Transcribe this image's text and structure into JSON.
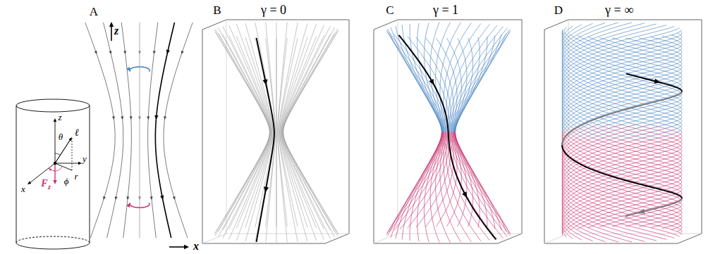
{
  "diagram": {
    "labels": [
      "A",
      "z",
      "x",
      "z",
      "θ",
      "ℓ",
      "y",
      "x",
      "ϕ",
      "r",
      "F",
      "z",
      "B",
      "γ = 0",
      "C",
      "γ = 1",
      "D",
      "γ = ∞"
    ]
  }
}
